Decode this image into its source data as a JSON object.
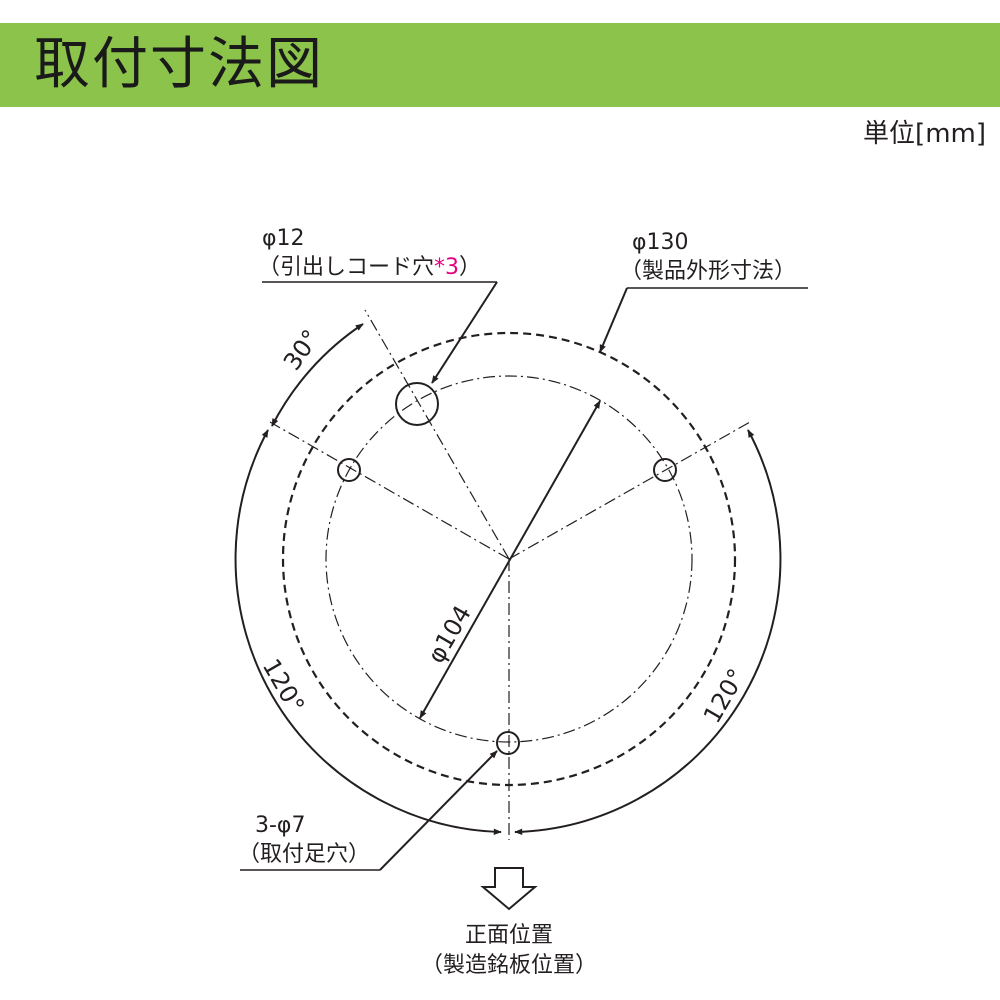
{
  "header": {
    "title": "取付寸法図"
  },
  "unit_label": "単位[mm]",
  "labels": {
    "cord_hole_size": "φ12",
    "cord_hole_open": "（引出しコード穴",
    "cord_hole_note": "*3",
    "cord_hole_close": "）",
    "outer_size": "φ130",
    "outer_desc": "（製品外形寸法）",
    "pcd_size": "φ104",
    "angle_30": "30°",
    "angle_120_left": "120°",
    "angle_120_right": "120°",
    "mount_holes": "3-φ7",
    "mount_desc": "（取付足穴）",
    "front_position": "正面位置",
    "front_desc": "（製造銘板位置）"
  },
  "colors": {
    "header_bg": "#8cc34a",
    "line": "#231f20",
    "note_accent": "#e6007e"
  }
}
